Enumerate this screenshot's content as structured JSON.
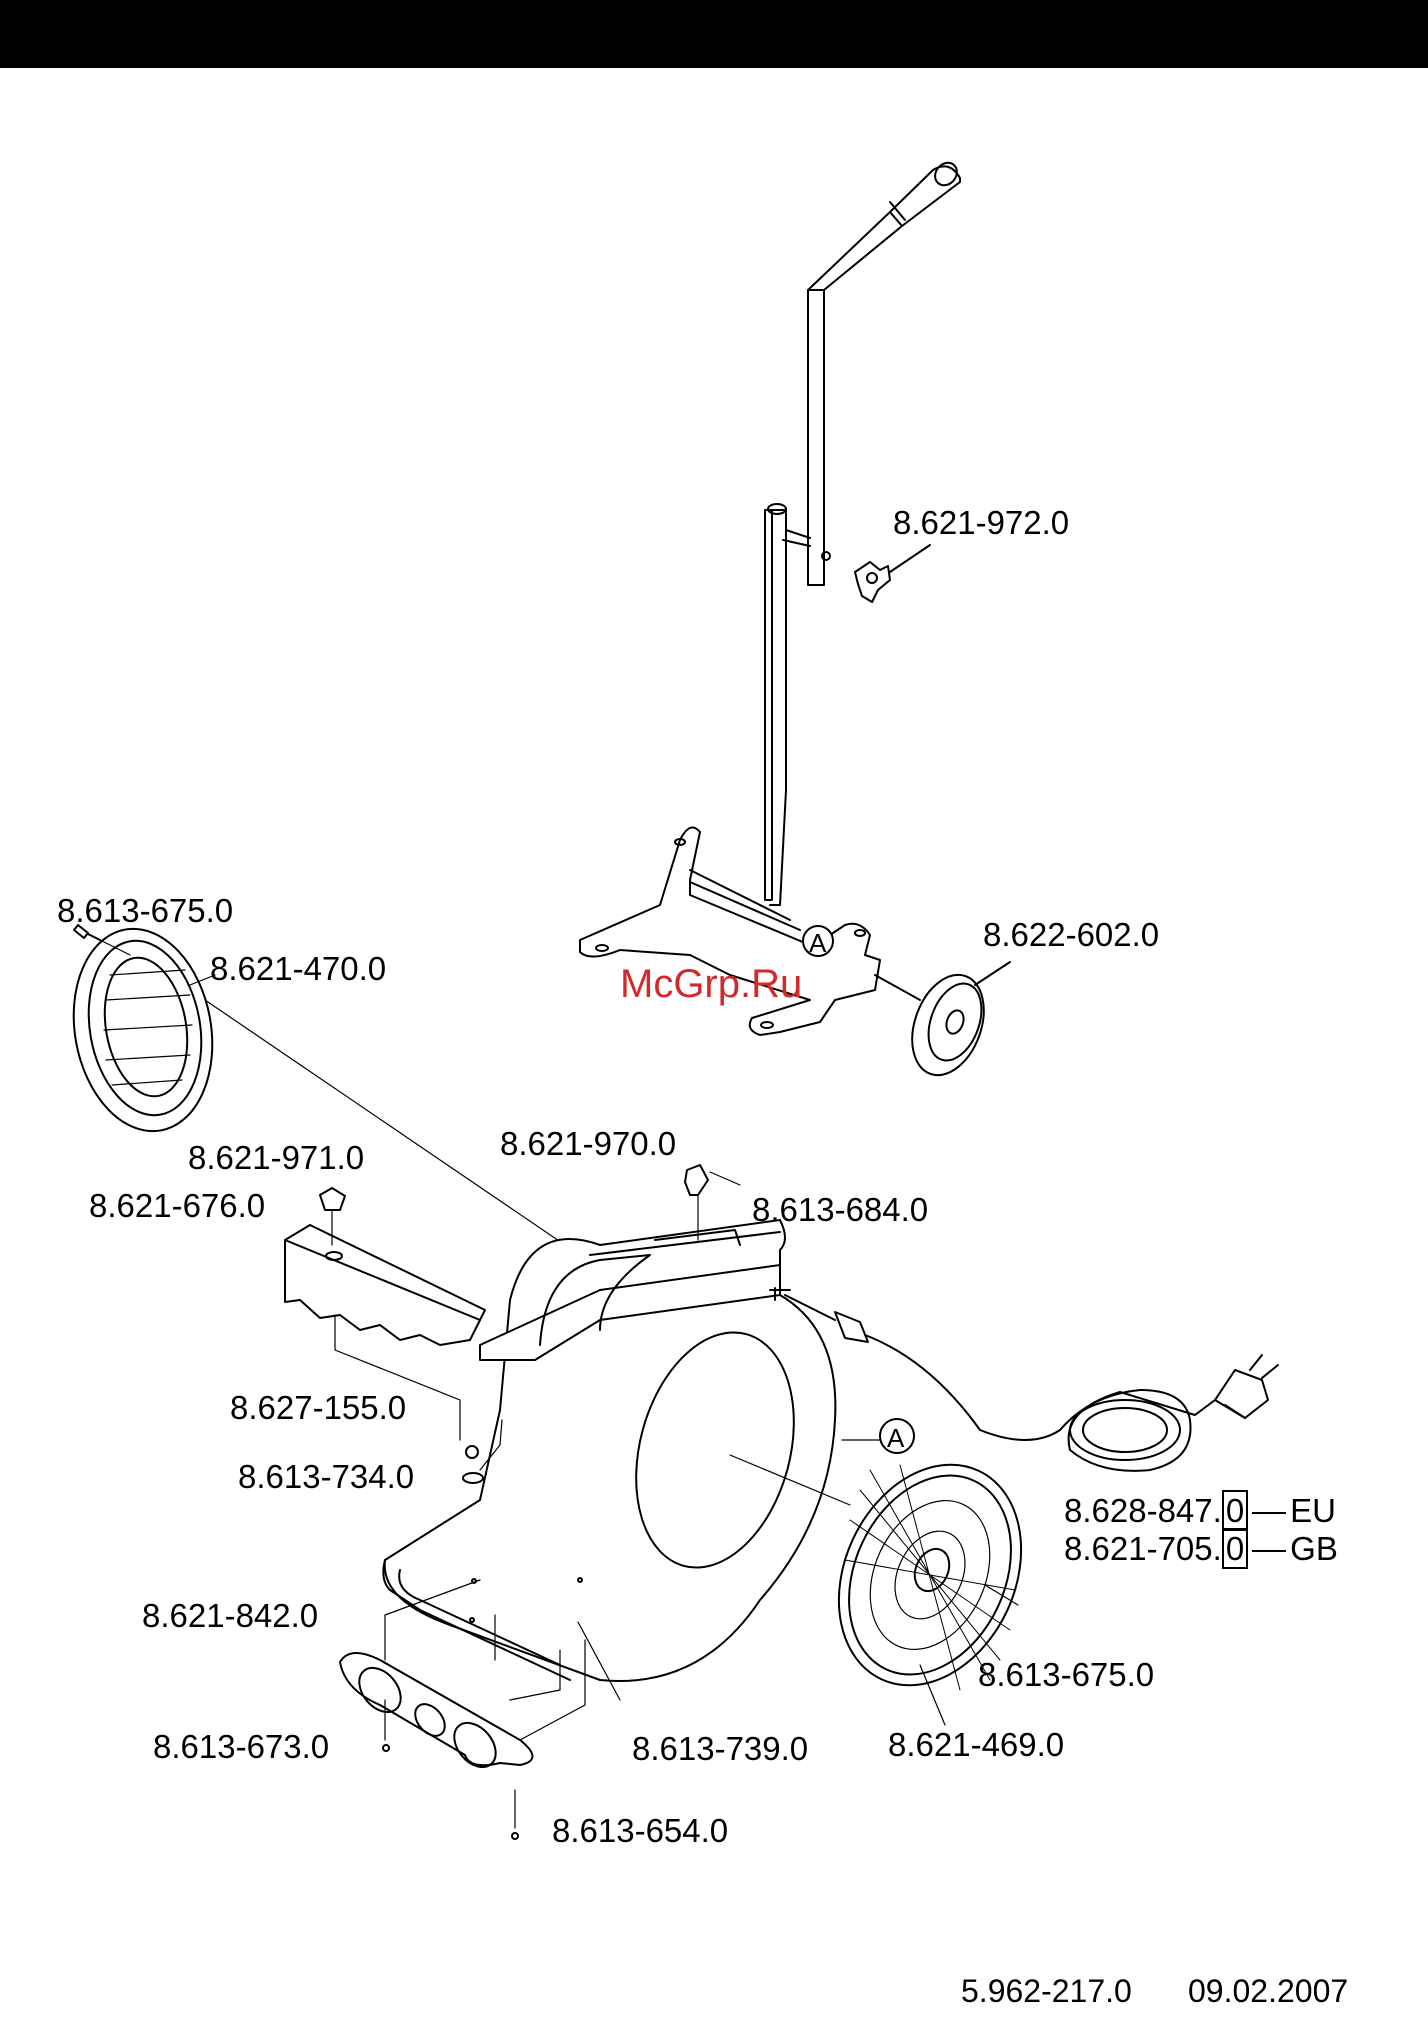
{
  "watermark": "McGrp.Ru",
  "parts": {
    "p_972": "8.621-972.0",
    "p_602": "8.622-602.0",
    "p_675_top": "8.613-675.0",
    "p_470": "8.621-470.0",
    "p_970": "8.621-970.0",
    "p_971": "8.621-971.0",
    "p_684": "8.613-684.0",
    "p_676": "8.621-676.0",
    "p_155": "8.627-155.0",
    "p_734": "8.613-734.0",
    "p_842": "8.621-842.0",
    "p_673": "8.613-673.0",
    "p_739": "8.613-739.0",
    "p_654": "8.613-654.0",
    "p_469": "8.621-469.0",
    "p_675_bottom": "8.613-675.0"
  },
  "cable": {
    "eu_code_main": "8.628-847.",
    "eu_code_box": "0",
    "eu_region": "EU",
    "gb_code_main": "8.621-705.",
    "gb_code_box": "0",
    "gb_region": "GB"
  },
  "markers": {
    "ref_a_1": "A",
    "ref_a_2": "A"
  },
  "footer": {
    "doc_number": "5.962-217.0",
    "date": "09.02.2007"
  },
  "colors": {
    "header_bar": "#000000",
    "watermark": "#d22a2a"
  }
}
